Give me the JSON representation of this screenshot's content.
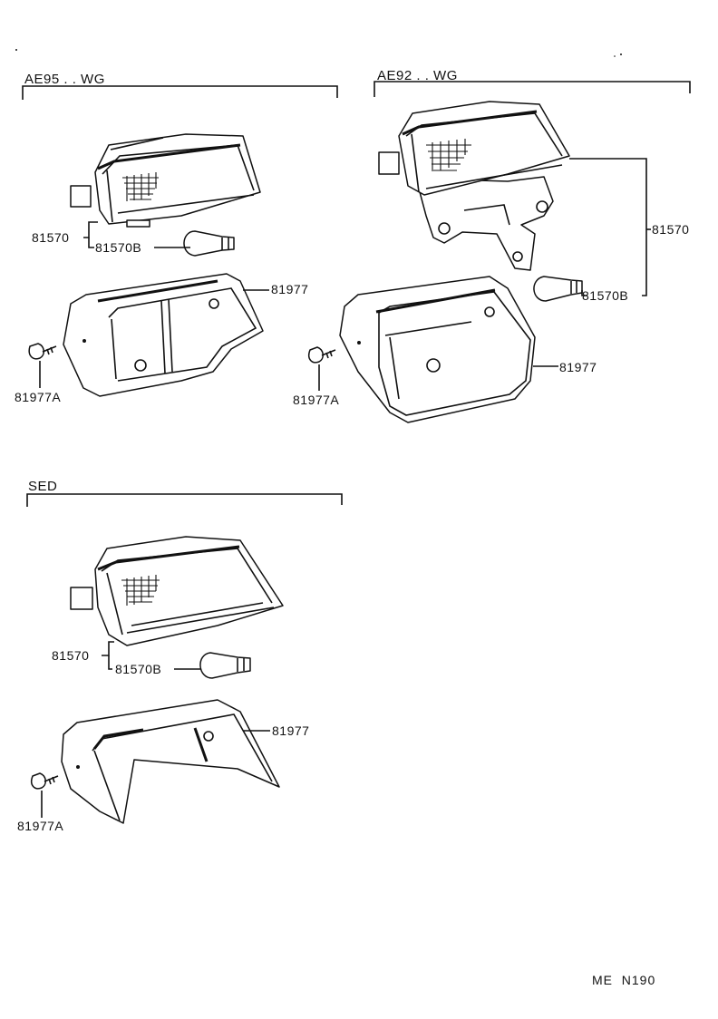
{
  "sections": {
    "ae95": {
      "title": "AE95 . . WG"
    },
    "ae92": {
      "title": "AE92 . . WG"
    },
    "sed": {
      "title": "SED"
    }
  },
  "parts": {
    "lamp_assy": "81570",
    "bulb": "81570B",
    "cover": "81977",
    "screw": "81977A"
  },
  "footer": {
    "code": "ME  N190"
  }
}
